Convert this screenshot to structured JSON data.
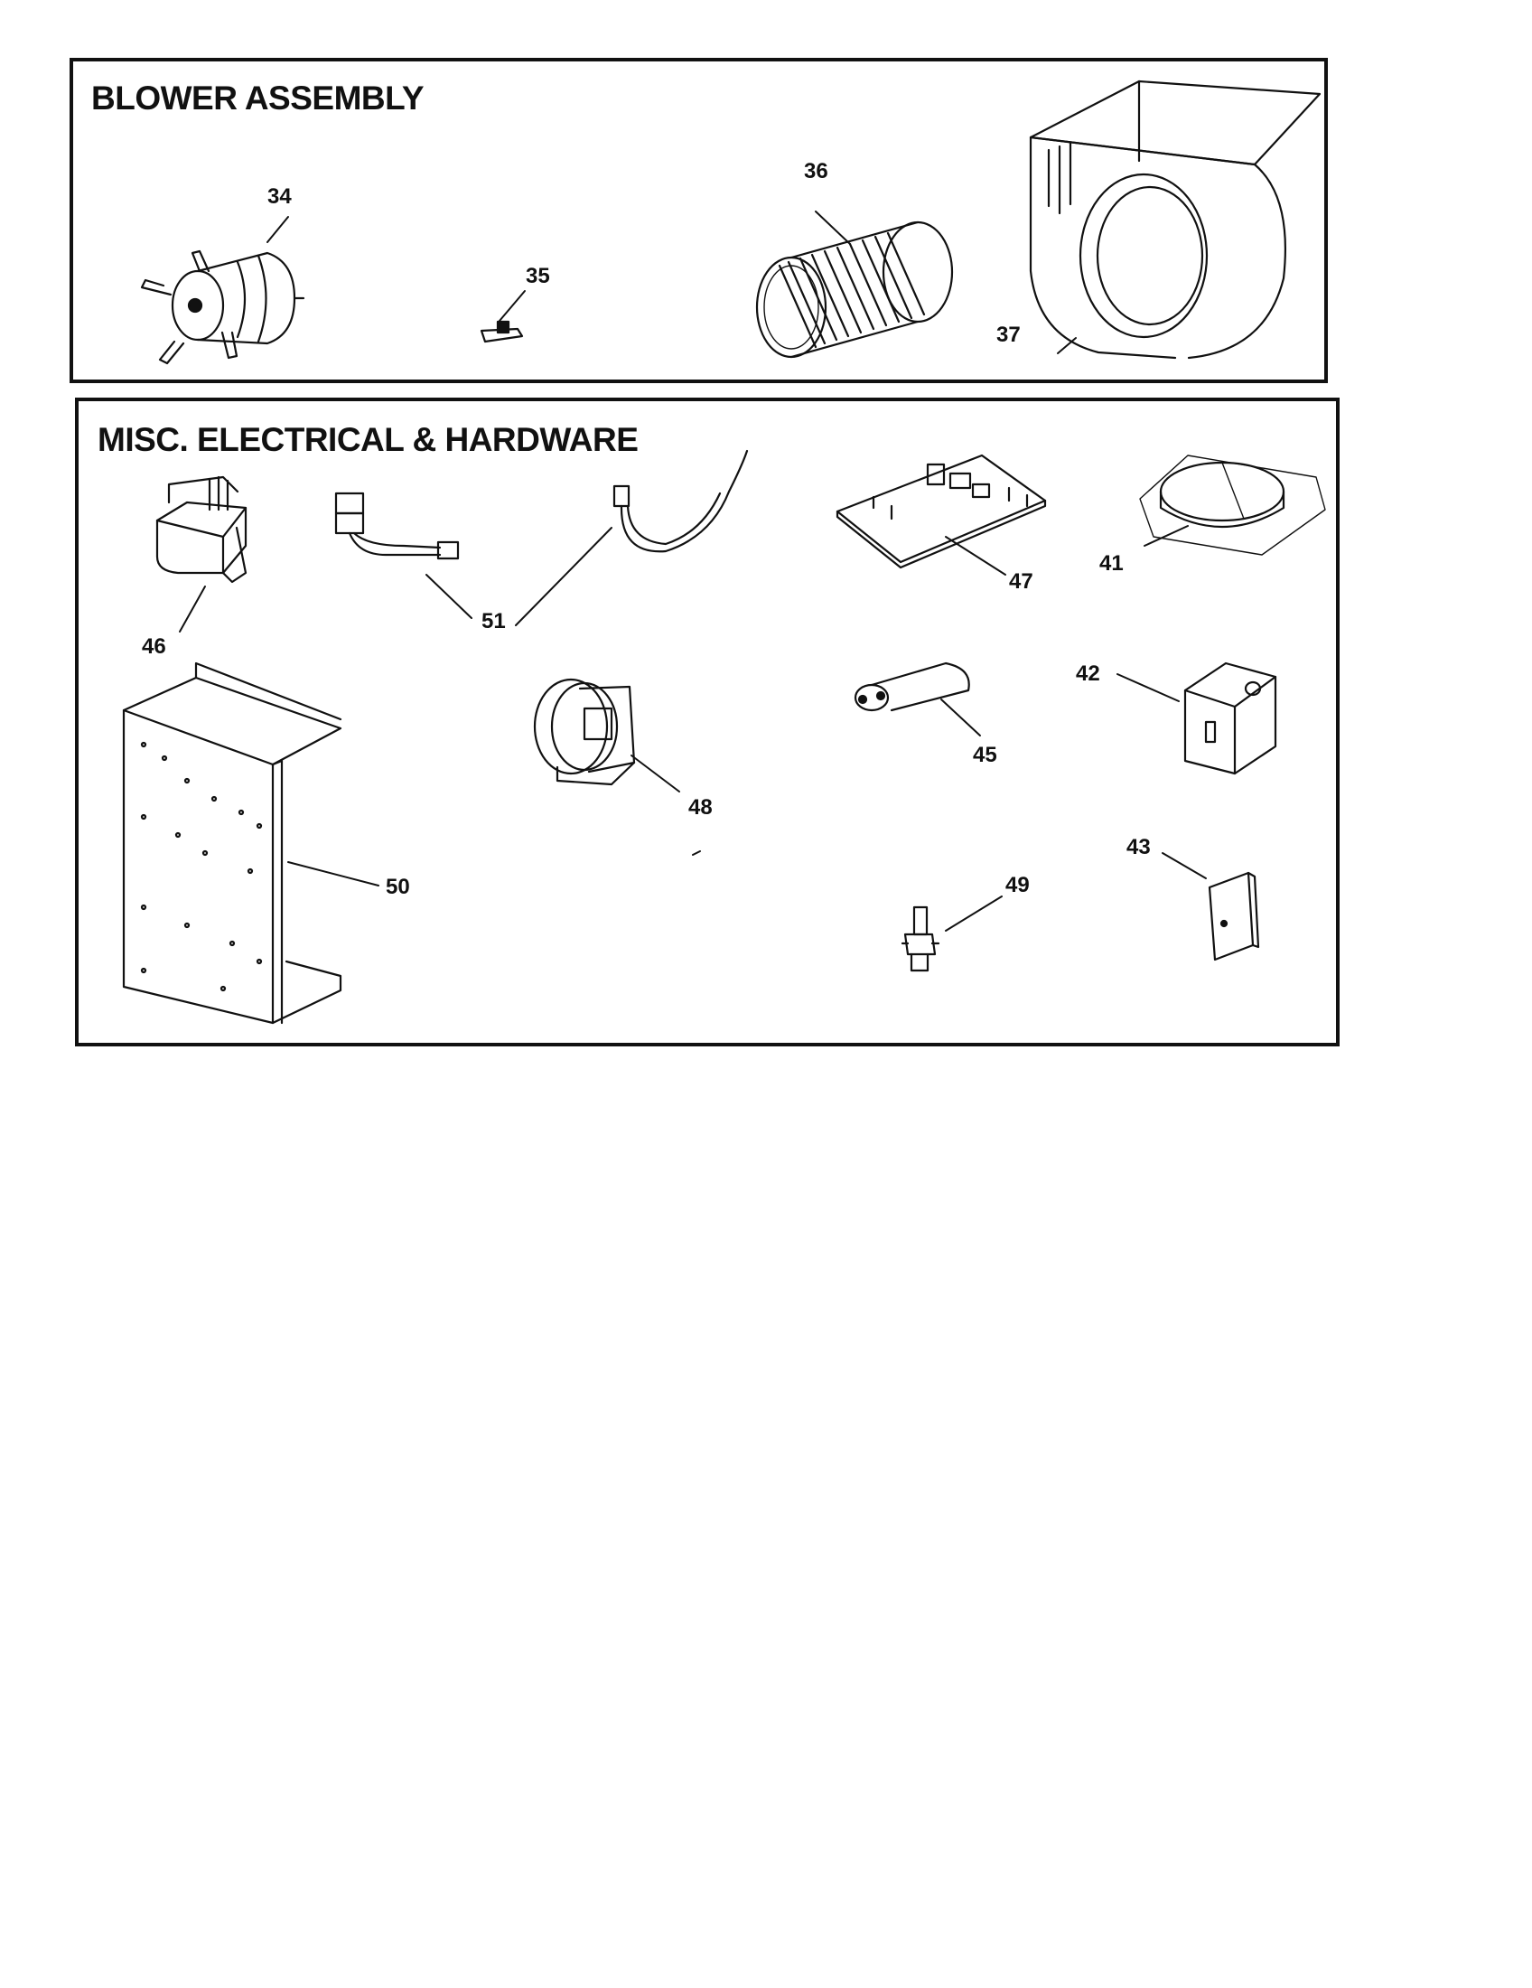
{
  "sections": {
    "blower": {
      "title": "BLOWER ASSEMBLY"
    },
    "misc": {
      "title": "MISC. ELECTRICAL & HARDWARE"
    }
  },
  "parts": {
    "p34": "34",
    "p35": "35",
    "p36": "36",
    "p37": "37",
    "p41": "41",
    "p42": "42",
    "p43": "43",
    "p45": "45",
    "p46": "46",
    "p47": "47",
    "p48": "48",
    "p49": "49",
    "p50": "50",
    "p51": "51"
  }
}
